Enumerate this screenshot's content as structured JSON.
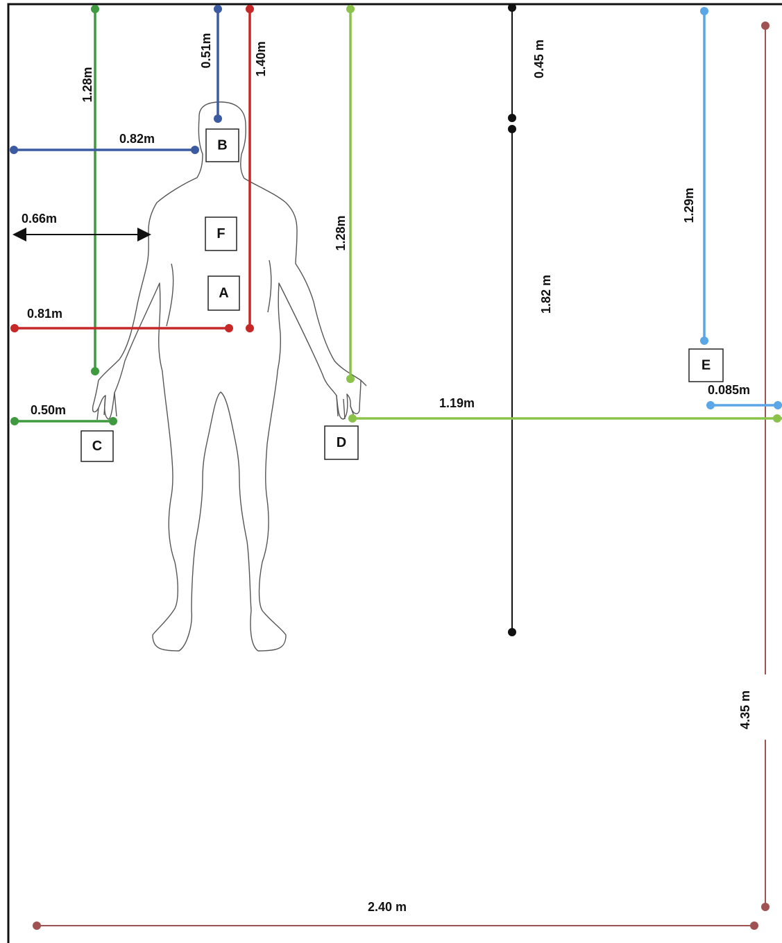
{
  "colors": {
    "dark_green": "#3f9a3f",
    "navy": "#3b5aa0",
    "red": "#c62828",
    "light_green": "#8bc34a",
    "black": "#111111",
    "sky_blue": "#5aa6e6",
    "maroon": "#a05252",
    "frame": "#111111"
  },
  "zones": [
    {
      "id": "A",
      "label": "A"
    },
    {
      "id": "B",
      "label": "B"
    },
    {
      "id": "C",
      "label": "C"
    },
    {
      "id": "D",
      "label": "D"
    },
    {
      "id": "E",
      "label": "E"
    },
    {
      "id": "F",
      "label": "F"
    }
  ],
  "dimensions": {
    "c_vertical": "1.28m",
    "b_vertical": "0.51m",
    "a_vertical": "1.40m",
    "d_vertical": "1.28m",
    "overhead": "0.45 m",
    "body_height": "1.82 m",
    "e_vertical": "1.29m",
    "wall_height": "4.35 m",
    "b_horizontal": "0.82m",
    "f_horizontal": "0.66m",
    "a_horizontal": "0.81m",
    "c_horizontal": "0.50m",
    "d_horizontal": "1.19m",
    "e_horizontal": "0.085m",
    "floor_width": "2.40 m"
  }
}
